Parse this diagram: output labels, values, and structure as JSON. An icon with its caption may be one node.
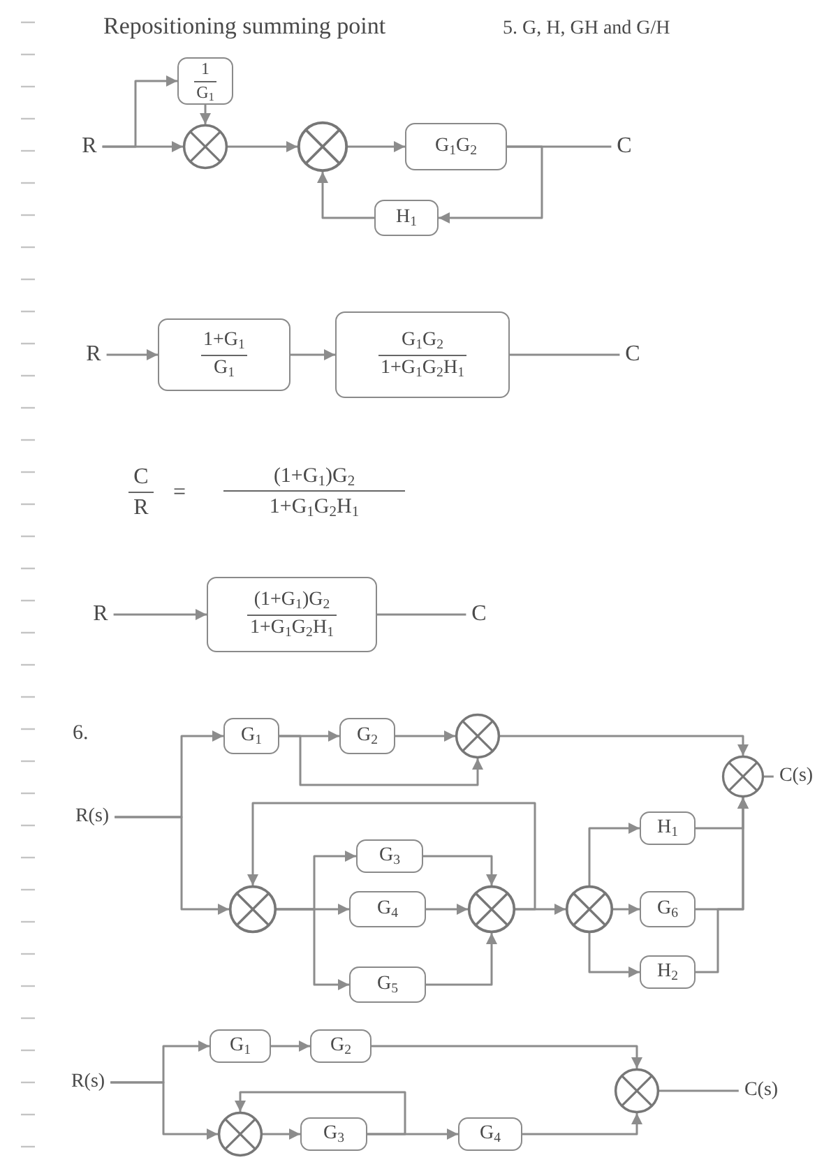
{
  "diagram": {
    "title": "Repositioning summing point",
    "nodes": [
      {
        "text": [
          "R"
        ]
      },
      {
        "text": [
          "1",
          "G$_{1}$"
        ]
      },
      {
        "text": [],
        "shape": "circle"
      },
      {
        "text": [],
        "shape": "circle"
      },
      {
        "text": [
          "G$_{1}$G$_{2}$"
        ]
      },
      {
        "text": [
          "C"
        ]
      },
      {
        "text": [
          "H$_{1}$"
        ]
      },
      {
        "text": [
          "R"
        ]
      },
      {
        "text": [
          "1+G$_{1}$",
          "G$_{1}$"
        ]
      },
      {
        "text": [
          "G$_{1}$G$_{2}$",
          "1+G$_{1}$G$_{2}$H$_{1}$"
        ]
      },
      {
        "text": [
          "C"
        ]
      },
      {
        "text": [
          "R"
        ]
      },
      {
        "text": [
          "(1+G$_{1}$)G$_{2}$",
          "1+G$_{1}$G$_{2}$H$_{1}$"
        ]
      },
      {
        "text": [
          "C"
        ]
      },
      {
        "text": [
          "R(s)"
        ]
      },
      {
        "text": [
          "G$_{1}$"
        ]
      },
      {
        "text": [
          "G$_{2}$"
        ]
      },
      {
        "text": [],
        "shape": "circle"
      },
      {
        "text": [],
        "shape": "circle"
      },
      {
        "text": [
          "C(s)"
        ]
      },
      {
        "text": [],
        "shape": "circle"
      },
      {
        "text": [
          "G$_{3}$"
        ]
      },
      {
        "text": [
          "G$_{4}$"
        ]
      },
      {
        "text": [
          "G$_{5}$"
        ]
      },
      {
        "text": [],
        "shape": "circle"
      },
      {
        "text": [],
        "shape": "circle"
      },
      {
        "text": [
          "H$_{1}$"
        ]
      },
      {
        "text": [
          "G$_{6}$"
        ]
      },
      {
        "text": [
          "H$_{2}$"
        ]
      },
      {
        "text": [
          "R(s)"
        ]
      },
      {
        "text": [
          "G$_{1}$"
        ]
      },
      {
        "text": [
          "G$_{2}$"
        ]
      },
      {
        "text": [],
        "shape": "circle"
      },
      {
        "text": [
          "G$_{3}$"
        ]
      },
      {
        "text": [
          "G$_{4}$"
        ]
      },
      {
        "text": [],
        "shape": "circle"
      },
      {
        "text": [
          "C(s)"
        ]
      }
    ],
    "edges": [
      {
        "from": 0,
        "to": 2,
        "arrow": "to"
      },
      {
        "from": 0,
        "to": 1,
        "arrow": "to"
      },
      {
        "from": 1,
        "to": 2,
        "arrow": "to"
      },
      {
        "from": 2,
        "to": 3,
        "arrow": "to"
      },
      {
        "from": 3,
        "to": 4,
        "arrow": "to"
      },
      {
        "from": 4,
        "to": 5,
        "arrow": "none"
      },
      {
        "from": 4,
        "to": 6,
        "arrow": "to"
      },
      {
        "from": 6,
        "to": 3,
        "arrow": "to"
      },
      {
        "from": 7,
        "to": 8,
        "arrow": "to"
      },
      {
        "from": 8,
        "to": 9,
        "arrow": "to"
      },
      {
        "from": 9,
        "to": 10,
        "arrow": "none"
      },
      {
        "from": 11,
        "to": 12,
        "arrow": "to"
      },
      {
        "from": 12,
        "to": 13,
        "arrow": "none"
      },
      {
        "from": 14,
        "to": 15,
        "arrow": "to"
      },
      {
        "from": 14,
        "to": 20,
        "arrow": "to"
      },
      {
        "from": 15,
        "to": 16,
        "arrow": "to"
      },
      {
        "from": 15,
        "to": 17,
        "arrow": "to"
      },
      {
        "from": 16,
        "to": 17,
        "arrow": "to"
      },
      {
        "from": 17,
        "to": 18,
        "arrow": "to"
      },
      {
        "from": 18,
        "to": 19,
        "arrow": "none"
      },
      {
        "from": 20,
        "to": 21,
        "arrow": "to"
      },
      {
        "from": 20,
        "to": 22,
        "arrow": "to"
      },
      {
        "from": 20,
        "to": 23,
        "arrow": "to"
      },
      {
        "from": 21,
        "to": 24,
        "arrow": "to"
      },
      {
        "from": 22,
        "to": 24,
        "arrow": "to"
      },
      {
        "from": 23,
        "to": 24,
        "arrow": "to"
      },
      {
        "from": 24,
        "to": 25,
        "arrow": "to"
      },
      {
        "from": 24,
        "to": 20,
        "arrow": "to"
      },
      {
        "from": 25,
        "to": 26,
        "arrow": "to"
      },
      {
        "from": 25,
        "to": 27,
        "arrow": "to"
      },
      {
        "from": 25,
        "to": 28,
        "arrow": "to"
      },
      {
        "from": 26,
        "to": 18,
        "arrow": "to"
      },
      {
        "from": 27,
        "to": 18,
        "arrow": "to"
      },
      {
        "from": 28,
        "to": 18,
        "arrow": "to"
      },
      {
        "from": 29,
        "to": 30,
        "arrow": "to"
      },
      {
        "from": 29,
        "to": 32,
        "arrow": "to"
      },
      {
        "from": 30,
        "to": 31,
        "arrow": "to"
      },
      {
        "from": 31,
        "to": 35,
        "arrow": "to"
      },
      {
        "from": 32,
        "to": 33,
        "arrow": "to"
      },
      {
        "from": 33,
        "to": 34,
        "arrow": "to"
      },
      {
        "from": 33,
        "to": 32,
        "arrow": "to"
      },
      {
        "from": 34,
        "to": 35,
        "arrow": "to"
      },
      {
        "from": 35,
        "to": 36,
        "arrow": "none"
      }
    ],
    "labels": [
      "5. G, H, GH and G/H",
      "C",
      "R",
      "=",
      "(1+G$_{1}$)G$_{2}$",
      "1+G$_{1}$G$_{2}$H$_{1}$",
      "6."
    ]
  }
}
